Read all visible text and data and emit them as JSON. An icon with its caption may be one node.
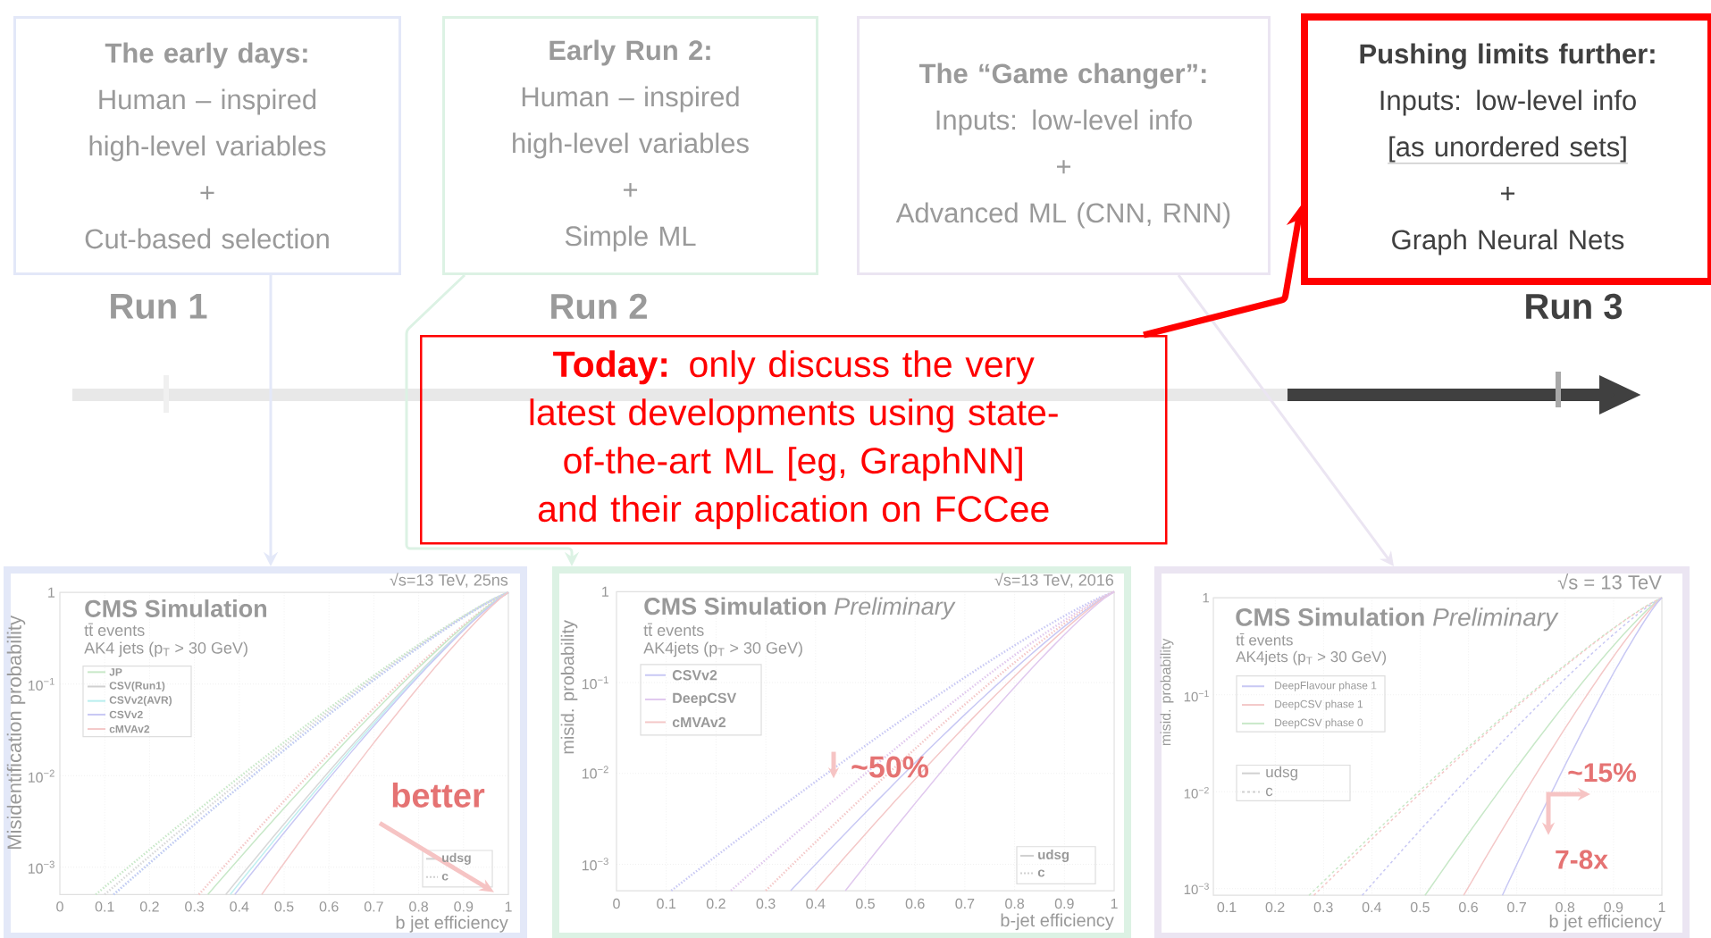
{
  "diagram": {
    "nodes": [
      {
        "text": [
          "The early days:",
          "Human – inspired high-level variables",
          "+",
          "Cut-based selection"
        ]
      },
      {
        "text": [
          "Early Run 2:",
          "Human – inspired high-level variables",
          "+",
          "Simple ML"
        ]
      },
      {
        "text": [
          "The “Game changer”:",
          "Inputs: low-level info",
          "+",
          "Advanced ML (CNN, RNN)"
        ]
      },
      {
        "text": [
          "Pushing limits further:",
          "Inputs: low-level info",
          "[as unordered sets]",
          "+",
          "Graph Neural Nets"
        ]
      },
      {
        "text": [
          "**Today:** only discuss the very latest developments using state-of-the-art ML [eg, GraphNN] and their application on FCCee"
        ]
      },
      {
        "text": [
          "√s=13 TeV, 25ns",
          "CMS Simulation",
          "tt̄ events",
          "AK4 jets (p$_{T}$ > 30 GeV)",
          "JP",
          "CSV(Run1)",
          "CSVv2(AVR)",
          "CSVv2",
          "cMVAv2",
          "better",
          "udsg",
          "c",
          "Misidentification probability",
          "1",
          "10$^{−1}$",
          "10$^{−2}$",
          "10$^{−3}$",
          "0",
          "0.1",
          "0.2",
          "0.3",
          "0.4",
          "0.5",
          "0.6",
          "0.7",
          "0.8",
          "0.9",
          "1",
          "b jet efficiency"
        ]
      },
      {
        "text": [
          "√s=13 TeV, 2016",
          "**CMS Simulation** *Preliminary*",
          "tt̄ events",
          "AK4jets (p$_{T}$ > 30 GeV)",
          "CSVv2",
          "DeepCSV",
          "cMVAv2",
          "~50%",
          "udsg",
          "c",
          "misid. probability",
          "1",
          "10$^{−1}$",
          "10$^{−2}$",
          "10$^{−3}$",
          "0",
          "0.1",
          "0.2",
          "0.3",
          "0.4",
          "0.5",
          "0.6",
          "0.7",
          "0.8",
          "0.9",
          "1",
          "b-jet efficiency"
        ]
      },
      {
        "text": [
          "√s = 13 TeV",
          "**CMS Simulation** *Preliminary*",
          "tt̄ events",
          "AK4jets (p$_{T}$ > 30 GeV)",
          "DeepFlavour phase 1",
          "DeepCSV phase 1",
          "DeepCSV phase 0",
          "udsg",
          "c",
          "~15%",
          "7-8x",
          "misid. probability",
          "1",
          "10$^{−1}$",
          "10$^{−2}$",
          "10$^{−3}$",
          "0.1",
          "0.2",
          "0.3",
          "0.4",
          "0.5",
          "0.6",
          "0.7",
          "0.8",
          "0.9",
          "1",
          "b jet efficiency"
        ]
      }
    ],
    "edges": [
      {
        "from": 0,
        "to": 5,
        "arrow": "to",
        "color": "#e3e8f8"
      },
      {
        "from": 1,
        "to": 6,
        "arrow": "to",
        "color": "#dcf2e4"
      },
      {
        "from": 2,
        "to": 7,
        "arrow": "to",
        "color": "#ebe5f2"
      },
      {
        "from": 4,
        "to": 3,
        "arrow": "to",
        "style": "thick",
        "color": "#ff0000"
      }
    ],
    "labels": [
      "Run 1",
      "Run 2",
      "Run 3"
    ]
  }
}
